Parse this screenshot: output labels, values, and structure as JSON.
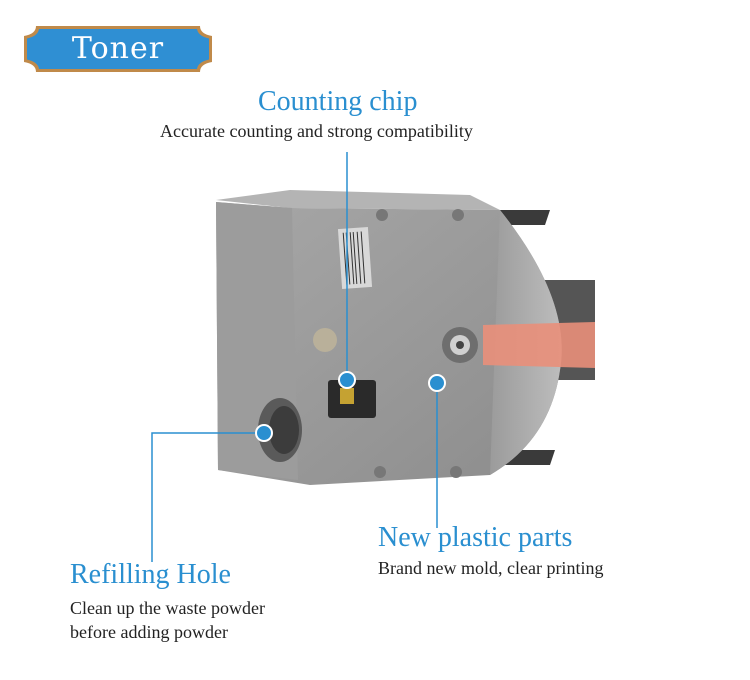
{
  "badge": {
    "label": "Toner",
    "color": "#2f8fd3",
    "border_color": "#c08a4a"
  },
  "callouts": {
    "counting_chip": {
      "title": "Counting chip",
      "description": "Accurate counting and strong compatibility"
    },
    "new_plastic": {
      "title": "New plastic parts",
      "description": "Brand new mold, clear printing"
    },
    "refilling_hole": {
      "title": "Refilling Hole",
      "description_lines": [
        "Clean up the waste powder",
        "before adding powder"
      ]
    }
  },
  "colors": {
    "accent": "#2a8fd0",
    "body_gray": "#9a9a9a",
    "tape": "#e98f7a"
  }
}
